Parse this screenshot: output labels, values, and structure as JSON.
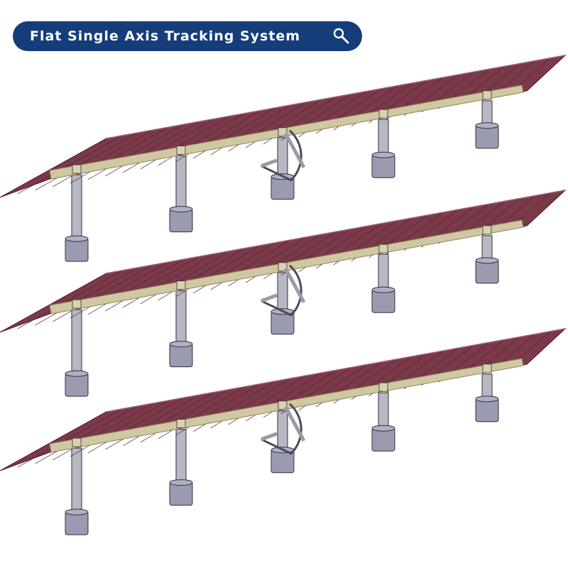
{
  "header": {
    "title": "Flat Single Axis Tracking System",
    "icon": "search-icon"
  },
  "trackers": [
    {
      "name": "tracker-row-1",
      "pile_count": 5,
      "has_drive_unit": true
    },
    {
      "name": "tracker-row-2",
      "pile_count": 5,
      "has_drive_unit": true
    },
    {
      "name": "tracker-row-3",
      "pile_count": 5,
      "has_drive_unit": true
    }
  ],
  "colors": {
    "header_bg": "#143d7a",
    "header_text": "#ffffff",
    "panel": "#7a3a4a",
    "panel_edge": "#5a2030",
    "torque_tube": "#cfc8a0",
    "pile": "#b8b8c4",
    "footing": "#9a9ab0",
    "outline": "#30303a"
  }
}
